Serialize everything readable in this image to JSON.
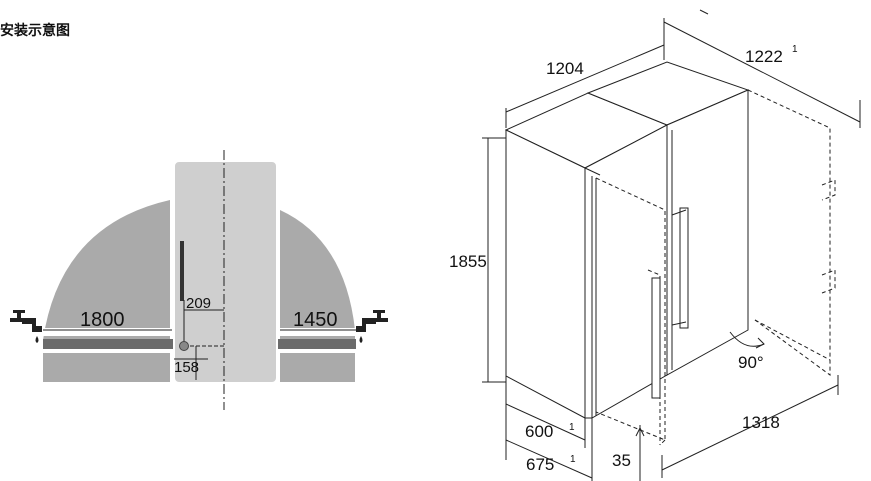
{
  "title": "安装示意图",
  "plan_view": {
    "left_clearance": "1800",
    "right_clearance": "1450",
    "water_offset_x": "209",
    "water_offset_y": "158",
    "left_tap": "water-tap-icon",
    "right_tap": "water-tap-icon"
  },
  "iso_view": {
    "width": "1204",
    "depth_full": "1222",
    "depth_full_note": "1",
    "height": "1855",
    "depth_body": "600",
    "depth_body_note": "1",
    "depth_total": "675",
    "depth_total_note": "1",
    "gap": "35",
    "door_open_width": "1318",
    "door_angle": "90°"
  },
  "colors": {
    "arc_gray": "#aaaaaa",
    "appliance_gray": "#cfcfcf",
    "water_line": "#6b6b6b",
    "line": "#222222"
  }
}
